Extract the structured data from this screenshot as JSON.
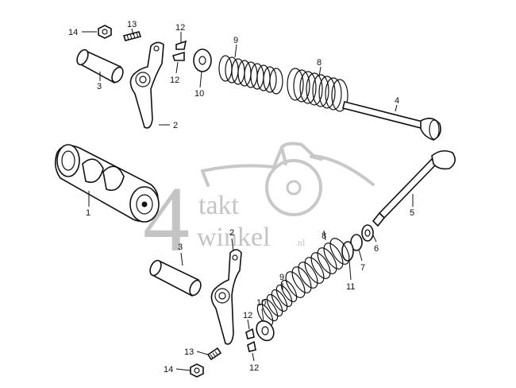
{
  "watermark": {
    "digit": "4",
    "line1": "takt",
    "line2": "winkel",
    "suffix": ".nl"
  },
  "callouts": {
    "c14a": "14",
    "c13a": "13",
    "c12a": "12",
    "c12b": "12",
    "c3a": "3",
    "c10a": "10",
    "c9a": "9",
    "c8a": "8",
    "c4": "4",
    "c2a": "2",
    "c1": "1",
    "c5": "5",
    "c6": "6",
    "c7": "7",
    "c11": "11",
    "c8b": "8",
    "c2b": "2",
    "c3b": "3",
    "c9b": "9",
    "c10b": "10",
    "c12c": "12",
    "c12d": "12",
    "c13b": "13",
    "c14b": "14"
  },
  "colors": {
    "ink": "#111111",
    "watermark": "#c4c4c4",
    "background": "#ffffff"
  }
}
